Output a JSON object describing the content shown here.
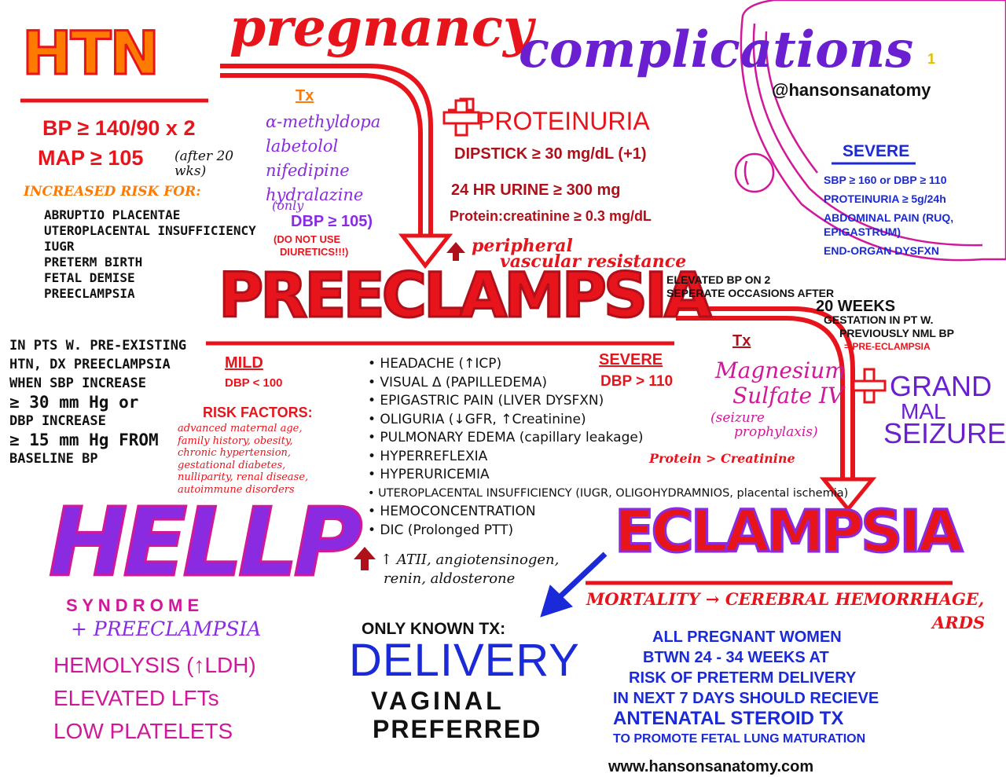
{
  "colors": {
    "red": "#e8141c",
    "dark_red": "#b0101a",
    "orange": "#ff7a00",
    "purple": "#6a1fd0",
    "violet": "#8a2be2",
    "magenta": "#d0189a",
    "blue": "#1a2ad8",
    "black": "#111111",
    "pink": "#e81e8c"
  },
  "header": {
    "title_1": "pregnancy",
    "title_2": "complications",
    "handle": "@hansonsanatomy",
    "page_number": "1"
  },
  "htn": {
    "title": "HTN",
    "bp": "BP ≥ 140/90 x 2",
    "map": "MAP ≥ 105",
    "map_note": "(after 20 wks)",
    "risk_title": "INCREASED RISK FOR:",
    "risks": [
      "ABRUPTIO PLACENTAE",
      "UTEROPLACENTAL INSUFFICIENCY",
      "IUGR",
      "PRETERM BIRTH",
      "FETAL DEMISE",
      "PREECLAMPSIA"
    ]
  },
  "htn_tx": {
    "title": "Tx",
    "meds": [
      "α-methyldopa",
      "labetolol",
      "nifedipine",
      "hydralazine"
    ],
    "only": "(only",
    "dbp": "DBP ≥ 105)",
    "warning_1": "(DO NOT USE",
    "warning_2": "DIURETICS!!!)"
  },
  "proteinuria": {
    "title": "PROTEINURIA",
    "dipstick": "DIPSTICK ≥ 30 mg/dL (+1)",
    "urine24": "24 HR URINE ≥ 300 mg",
    "ratio": "Protein:creatinine ≥ 0.3 mg/dL"
  },
  "pvr": {
    "line1": "peripheral",
    "line2": "vascular resistance"
  },
  "severe_box": {
    "title": "SEVERE",
    "items": [
      "SBP ≥ 160 or DBP ≥ 110",
      "PROTEINURIA ≥ 5g/24h",
      "ABDOMINAL PAIN (RUQ, EPIGASTRUM)",
      "END-ORGAN DYSFXN"
    ]
  },
  "preeclampsia": {
    "title": "PREECLAMPSIA",
    "definition": [
      "ELEVATED BP ON 2",
      "SEPERATE OCCASIONS AFTER",
      "20 WEEKS",
      "GESTATION IN PT W.",
      "PREVIOUSLY NML BP",
      "= PRE-ECLAMPSIA"
    ],
    "preexisting": [
      "IN PTS W. PRE-EXISTING",
      "HTN, DX PREECLAMPSIA",
      "WHEN SBP INCREASE",
      "≥ 30 mm Hg or",
      "DBP INCREASE",
      "≥ 15 mm Hg FROM",
      "BASELINE BP"
    ],
    "mild_title": "MILD",
    "mild_value": "DBP < 100",
    "severe_title": "SEVERE",
    "severe_value": "DBP > 110",
    "risk_title": "RISK FACTORS:",
    "risk_text": [
      "advanced maternal age,",
      "family history, obesity,",
      "chronic hypertension,",
      "gestational diabetes,",
      "nulliparity, renal disease,",
      "autoimmune disorders"
    ],
    "symptoms": [
      "• HEADACHE (↑ICP)",
      "• VISUAL Δ (PAPILLEDEMA)",
      "• EPIGASTRIC PAIN (LIVER DYSFXN)",
      "• OLIGURIA (↓GFR, ↑Creatinine)",
      "• PULMONARY EDEMA (capillary leakage)",
      "• HYPERREFLEXIA",
      "• HYPERURICEMIA",
      "• UTEROPLACENTAL INSUFFICIENCY (IUGR, OLIGOHYDRAMNIOS, placental ischemia)",
      "• HEMOCONCENTRATION",
      "• DIC (Prolonged PTT)"
    ],
    "raas_1": "↑ ATII, angiotensinogen,",
    "raas_2": "renin, aldosterone"
  },
  "eclampsia_tx": {
    "title": "Tx",
    "drug_1": "Magnesium",
    "drug_2": "Sulfate IV",
    "note_1": "(seizure",
    "note_2": "prophylaxis)",
    "protein_creat": "Protein > Creatinine"
  },
  "seizure": {
    "plus": "+",
    "line1": "GRAND",
    "line2": "MAL",
    "line3": "SEIZURE"
  },
  "eclampsia": {
    "title": "ECLAMPSIA",
    "mortality": "MORTALITY → CEREBRAL HEMORRHAGE,",
    "ards": "ARDS"
  },
  "hellp": {
    "title": "HELLP",
    "syndrome": "S Y N D R O M E",
    "plus": "+ PREECLAMPSIA",
    "items": [
      "HEMOLYSIS (↑LDH)",
      "ELEVATED LFTs",
      "LOW PLATELETS"
    ]
  },
  "delivery": {
    "label": "ONLY KNOWN TX:",
    "title": "DELIVERY",
    "line1": "VAGINAL",
    "line2": "PREFERRED"
  },
  "steroids": {
    "lines": [
      "ALL PREGNANT WOMEN",
      "BTWN 24 - 34 WEEKS AT",
      "RISK OF PRETERM DELIVERY",
      "IN NEXT 7 DAYS SHOULD RECIEVE",
      "ANTENATAL STEROID TX",
      "TO PROMOTE FETAL LUNG MATURATION"
    ]
  },
  "footer": {
    "website": "www.hansonsanatomy.com"
  }
}
